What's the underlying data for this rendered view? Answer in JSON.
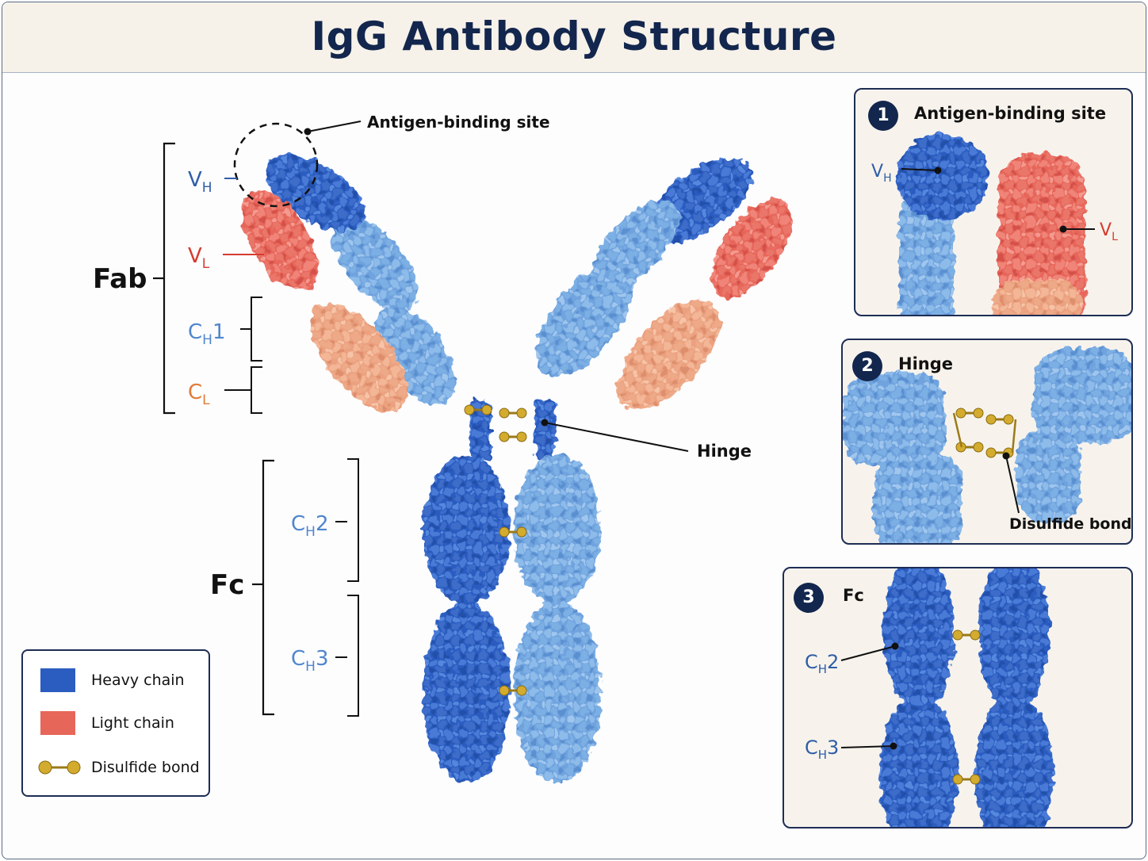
{
  "title": "IgG Antibody Structure",
  "colors": {
    "heavy_dark": "#2b5cc0",
    "heavy_light": "#6fa3de",
    "light_chain": "#e7665a",
    "constant_light": "#eba17f",
    "disulfide": "#c9a227",
    "navy": "#13264d",
    "label_blue": "#2f5ea8",
    "label_red": "#d63a2e",
    "label_orange": "#e07a3a"
  },
  "main": {
    "antigen_site_label": "Antigen-binding site",
    "hinge_label": "Hinge",
    "fab_label": "Fab",
    "fc_label": "Fc",
    "domains": {
      "vh": {
        "main": "V",
        "sub": "H"
      },
      "vl": {
        "main": "V",
        "sub": "L"
      },
      "ch1": {
        "main": "C",
        "sub": "H",
        "suffix": "1"
      },
      "cl": {
        "main": "C",
        "sub": "L"
      },
      "ch2": {
        "main": "C",
        "sub": "H",
        "suffix": "2"
      },
      "ch3": {
        "main": "C",
        "sub": "H",
        "suffix": "3"
      }
    }
  },
  "panels": [
    {
      "number": "1",
      "title": "Antigen-binding site",
      "labels": {
        "vh_main": "V",
        "vh_sub": "H",
        "vl_main": "V",
        "vl_sub": "L"
      }
    },
    {
      "number": "2",
      "title": "Hinge",
      "labels": {
        "bond": "Disulfide bond"
      }
    },
    {
      "number": "3",
      "title": "Fc",
      "labels": {
        "ch2_main": "C",
        "ch2_sub": "H",
        "ch2_suffix": "2",
        "ch3_main": "C",
        "ch3_sub": "H",
        "ch3_suffix": "3"
      }
    }
  ],
  "legend": {
    "items": [
      {
        "label": "Heavy chain",
        "icon": "heavy-chain-swatch"
      },
      {
        "label": "Light chain",
        "icon": "light-chain-swatch"
      },
      {
        "label": "Disulfide bond",
        "icon": "disulfide-bond-icon"
      }
    ]
  }
}
